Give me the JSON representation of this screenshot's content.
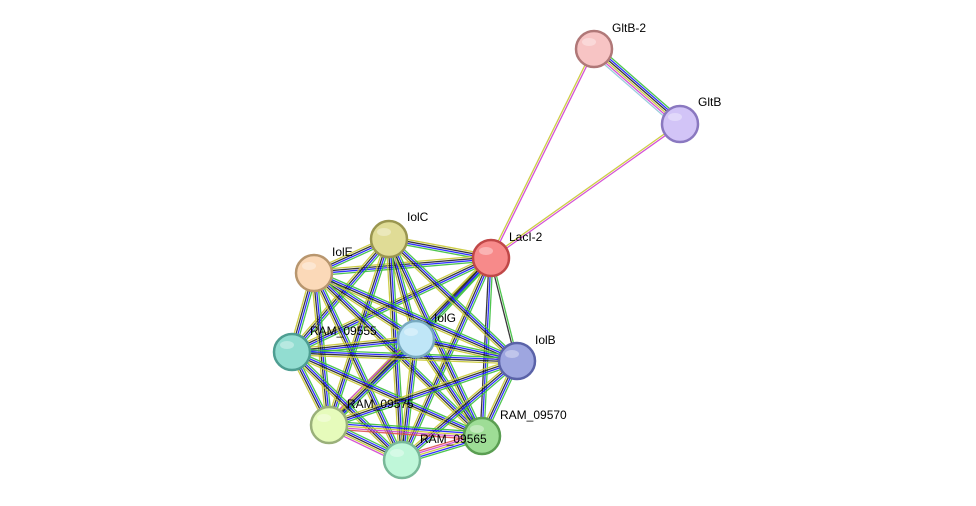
{
  "network": {
    "edge_colors": [
      "#3bbf3b",
      "#1a1aff",
      "#222222",
      "#c8c832",
      "#d040d0",
      "#8ec6d8",
      "#e05050"
    ],
    "nodes": [
      {
        "id": "GltB-2",
        "label": "GltB-2",
        "fill": "#f7c4c4",
        "stroke": "#b07878"
      },
      {
        "id": "GltB",
        "label": "GltB",
        "fill": "#d2c4f7",
        "stroke": "#8a78c0"
      },
      {
        "id": "LacI-2",
        "label": "LacI-2",
        "fill": "#f78a8a",
        "stroke": "#c04848"
      },
      {
        "id": "IolC",
        "label": "IolC",
        "fill": "#e0dc96",
        "stroke": "#9a9650"
      },
      {
        "id": "IolE",
        "label": "IolE",
        "fill": "#fbd9b8",
        "stroke": "#b8966e"
      },
      {
        "id": "IolG",
        "label": "IolG",
        "fill": "#bfe6f7",
        "stroke": "#78aac0"
      },
      {
        "id": "RAM_09555",
        "label": "RAM_09555",
        "fill": "#92ddd1",
        "stroke": "#4e9e92"
      },
      {
        "id": "IolB",
        "label": "IolB",
        "fill": "#9ea6e0",
        "stroke": "#5a62a8"
      },
      {
        "id": "RAM_09575",
        "label": "RAM_09575",
        "fill": "#e6fbbb",
        "stroke": "#9ab07a"
      },
      {
        "id": "RAM_09570",
        "label": "RAM_09570",
        "fill": "#9edd96",
        "stroke": "#5a9e52"
      },
      {
        "id": "RAM_09565",
        "label": "RAM_09565",
        "fill": "#bff7d9",
        "stroke": "#78b898"
      }
    ],
    "edges": [
      {
        "source": "GltB-2",
        "target": "GltB",
        "channels": [
          0,
          1,
          2,
          3,
          4,
          5
        ]
      },
      {
        "source": "GltB-2",
        "target": "LacI-2",
        "channels": [
          4,
          3
        ]
      },
      {
        "source": "GltB",
        "target": "LacI-2",
        "channels": [
          4,
          3
        ]
      },
      {
        "source": "LacI-2",
        "target": "IolC",
        "channels": [
          0,
          1,
          2,
          3
        ]
      },
      {
        "source": "LacI-2",
        "target": "IolE",
        "channels": [
          0,
          1,
          2,
          3
        ]
      },
      {
        "source": "LacI-2",
        "target": "IolG",
        "channels": [
          0,
          1,
          2,
          3
        ]
      },
      {
        "source": "LacI-2",
        "target": "RAM_09555",
        "channels": [
          0,
          1,
          2,
          3
        ]
      },
      {
        "source": "LacI-2",
        "target": "IolB",
        "channels": [
          0,
          2
        ]
      },
      {
        "source": "LacI-2",
        "target": "RAM_09575",
        "channels": [
          0,
          1,
          2,
          3
        ]
      },
      {
        "source": "LacI-2",
        "target": "RAM_09570",
        "channels": [
          0,
          1,
          2
        ]
      },
      {
        "source": "LacI-2",
        "target": "RAM_09565",
        "channels": [
          0,
          1,
          2,
          3
        ]
      },
      {
        "source": "IolC",
        "target": "IolE",
        "channels": [
          0,
          1,
          2,
          3
        ]
      },
      {
        "source": "IolC",
        "target": "IolG",
        "channels": [
          0,
          1,
          2,
          3
        ]
      },
      {
        "source": "IolC",
        "target": "RAM_09555",
        "channels": [
          0,
          1,
          2,
          3
        ]
      },
      {
        "source": "IolC",
        "target": "IolB",
        "channels": [
          0,
          1,
          2,
          3
        ]
      },
      {
        "source": "IolC",
        "target": "RAM_09575",
        "channels": [
          0,
          1,
          2,
          3
        ]
      },
      {
        "source": "IolC",
        "target": "RAM_09570",
        "channels": [
          0,
          1,
          2,
          3
        ]
      },
      {
        "source": "IolC",
        "target": "RAM_09565",
        "channels": [
          0,
          1,
          2,
          3
        ]
      },
      {
        "source": "IolE",
        "target": "IolG",
        "channels": [
          0,
          1,
          2,
          3
        ]
      },
      {
        "source": "IolE",
        "target": "RAM_09555",
        "channels": [
          0,
          1,
          2,
          3
        ]
      },
      {
        "source": "IolE",
        "target": "IolB",
        "channels": [
          0,
          1,
          2,
          3
        ]
      },
      {
        "source": "IolE",
        "target": "RAM_09575",
        "channels": [
          0,
          1,
          2,
          3
        ]
      },
      {
        "source": "IolE",
        "target": "RAM_09570",
        "channels": [
          0,
          1,
          2,
          3
        ]
      },
      {
        "source": "IolE",
        "target": "RAM_09565",
        "channels": [
          0,
          1,
          2,
          3
        ]
      },
      {
        "source": "IolG",
        "target": "RAM_09555",
        "channels": [
          0,
          1,
          2,
          3
        ]
      },
      {
        "source": "IolG",
        "target": "IolB",
        "channels": [
          0,
          1,
          2,
          3
        ]
      },
      {
        "source": "IolG",
        "target": "RAM_09575",
        "channels": [
          0,
          1,
          2,
          3,
          4
        ]
      },
      {
        "source": "IolG",
        "target": "RAM_09570",
        "channels": [
          0,
          1,
          2,
          3
        ]
      },
      {
        "source": "IolG",
        "target": "RAM_09565",
        "channels": [
          0,
          1,
          2,
          3
        ]
      },
      {
        "source": "RAM_09555",
        "target": "IolB",
        "channels": [
          0,
          1,
          2,
          3
        ]
      },
      {
        "source": "RAM_09555",
        "target": "RAM_09575",
        "channels": [
          0,
          1,
          2,
          3
        ]
      },
      {
        "source": "RAM_09555",
        "target": "RAM_09570",
        "channels": [
          0,
          1,
          2,
          3
        ]
      },
      {
        "source": "RAM_09555",
        "target": "RAM_09565",
        "channels": [
          0,
          1,
          2,
          3
        ]
      },
      {
        "source": "IolB",
        "target": "RAM_09575",
        "channels": [
          0,
          1,
          2,
          3
        ]
      },
      {
        "source": "IolB",
        "target": "RAM_09570",
        "channels": [
          0,
          1,
          2,
          3
        ]
      },
      {
        "source": "IolB",
        "target": "RAM_09565",
        "channels": [
          0,
          1,
          2,
          3
        ]
      },
      {
        "source": "RAM_09575",
        "target": "RAM_09570",
        "channels": [
          0,
          1,
          3,
          4,
          6
        ]
      },
      {
        "source": "RAM_09575",
        "target": "RAM_09565",
        "channels": [
          0,
          1,
          2,
          3,
          4
        ]
      },
      {
        "source": "RAM_09570",
        "target": "RAM_09565",
        "channels": [
          0,
          1,
          3,
          4,
          6
        ]
      }
    ]
  }
}
